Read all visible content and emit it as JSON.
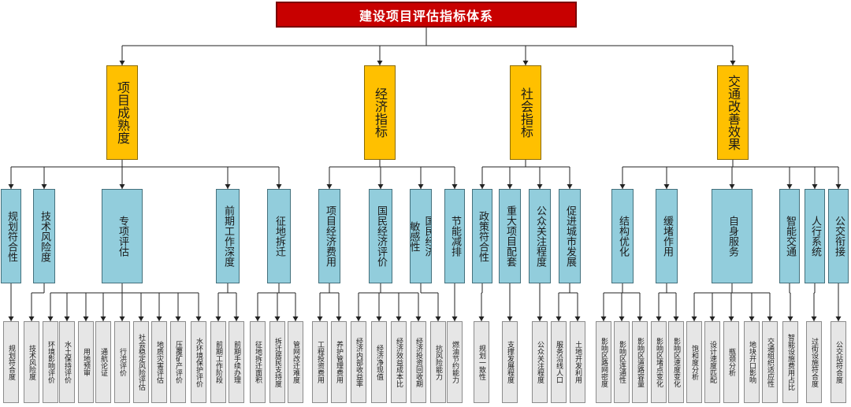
{
  "title": "建设项目评估指标体系",
  "colors": {
    "root": "#c80000",
    "level1": "#ffc000",
    "level2": "#92cddc",
    "level3": "#e6e6e6",
    "line": "#222222"
  },
  "categories": [
    {
      "label": "项目成熟度",
      "children": [
        {
          "label": "规划符合性",
          "leaves": [
            "规划符合度"
          ]
        },
        {
          "label": "技术风险度",
          "leaves": [
            "技术风险度"
          ]
        },
        {
          "label": "专项评估",
          "leaves": [
            "环境影响评价",
            "水土保持评价",
            "用地预审",
            "通航论证",
            "行洪评价",
            "社会稳定风险评估",
            "地质灾害评估",
            "压覆矿产评价",
            "水环境保护评价"
          ]
        },
        {
          "label": "前期工作深度",
          "leaves": [
            "前期工作阶段",
            "前期手续办理"
          ]
        },
        {
          "label": "征地拆迁",
          "leaves": [
            "征地拆迁面积",
            "拆迁居民支持度",
            "管网改迁难度"
          ]
        }
      ]
    },
    {
      "label": "经济指标",
      "children": [
        {
          "label": "项目经济费用",
          "leaves": [
            "工程投资费用",
            "养护管理费用"
          ]
        },
        {
          "label": "国民经济评价",
          "leaves": [
            "经济内部收益率",
            "经济净现值",
            "经济效益成本比",
            "经济投资回收期"
          ]
        },
        {
          "label": "国民经济敏感性",
          "leaves": [
            "抗风险能力"
          ]
        },
        {
          "label": "节能减排",
          "leaves": [
            "燃油节约能力"
          ]
        }
      ]
    },
    {
      "label": "社会指标",
      "children": [
        {
          "label": "政策符合性",
          "leaves": [
            "规划一致性"
          ]
        },
        {
          "label": "重大项目配套",
          "leaves": [
            "支撑发展程度"
          ]
        },
        {
          "label": "公众关注程度",
          "leaves": [
            "公众关注程度"
          ]
        },
        {
          "label": "促进城市发展",
          "leaves": [
            "服务沿线人口",
            "土地开发利用"
          ]
        }
      ]
    },
    {
      "label": "交通改善效果",
      "children": [
        {
          "label": "结构优化",
          "leaves": [
            "影响区路网密度",
            "影响区连通性",
            "影响区道路容量"
          ]
        },
        {
          "label": "缓堵作用",
          "leaves": [
            "影响区堵点变化",
            "影响区速度变化"
          ]
        },
        {
          "label": "自身服务",
          "leaves": [
            "饱和度分析",
            "设计速度匹配",
            "瓶颈分析",
            "地块开口影响",
            "交通组织适应性"
          ]
        },
        {
          "label": "智能交通",
          "leaves": [
            "智能设施费用占比"
          ]
        },
        {
          "label": "人行系统",
          "leaves": [
            "过街设施符合度"
          ]
        },
        {
          "label": "公交衔接",
          "leaves": [
            "公交站符合度"
          ]
        }
      ]
    }
  ]
}
